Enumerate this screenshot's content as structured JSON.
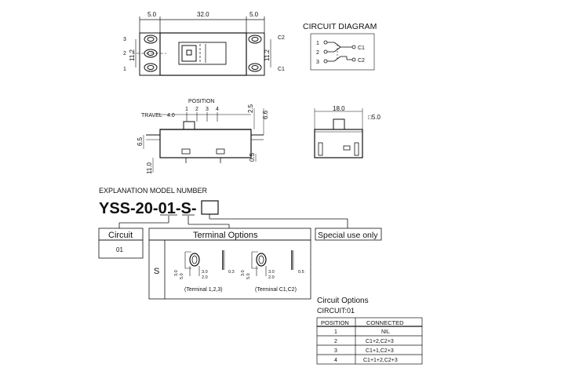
{
  "top_view": {
    "dim_left": "5.0",
    "dim_total": "32.0",
    "dim_right": "5.0",
    "dim_height_left": "11.2",
    "dim_height_right": "11.2",
    "pin_3": "3",
    "pin_2": "2",
    "pin_1": "1",
    "pin_c2": "C2",
    "pin_c1": "C1"
  },
  "circuit_diagram": {
    "title": "CIRCUIT DIAGRAM",
    "pin_1": "1",
    "pin_2": "2",
    "pin_3": "3",
    "pin_c1": "C1",
    "pin_c2": "C2"
  },
  "side_view": {
    "position_label": "POSITION",
    "positions": [
      "1",
      "2",
      "3",
      "4"
    ],
    "travel_label": "TRAVEL",
    "travel_value": "4.0",
    "dim_2_5": "2.5",
    "dim_6_6": "6.6",
    "dim_6_5": "6.5",
    "dim_0_5": "0.5",
    "dim_11_0": "11.0"
  },
  "end_view": {
    "dim_width": "18.0",
    "dim_knob": "□5.0"
  },
  "model": {
    "heading": "EXPLANATION MODEL NUMBER",
    "prefix": "YSS-20-",
    "circuit_code": "01",
    "dash": "-",
    "terminal_code": "S",
    "dash2": "-"
  },
  "circuit_box": {
    "title": "Circuit",
    "value": "01"
  },
  "terminal_box": {
    "title": "Terminal Options",
    "code": "S",
    "dim_3_0_a": "3.0",
    "dim_5_0_a": "5.0",
    "dim_3_0_b": "3.0",
    "dim_2_0_a": "2.0",
    "dim_0_3": "0.3",
    "caption_left": "(Terminal 1,2,3)",
    "dim_3_0_c": "3.0",
    "dim_5_0_b": "5.0",
    "dim_3_0_d": "3.0",
    "dim_2_0_b": "2.0",
    "dim_0_5": "0.5",
    "caption_right": "(Terminal C1,C2)"
  },
  "special_box": {
    "title": "Special use only"
  },
  "circuit_options": {
    "title": "Circuit Options",
    "subtitle": "CIRCUIT:01",
    "columns": [
      "POSITION",
      "CONNECTED"
    ],
    "rows": [
      [
        "1",
        "NIL"
      ],
      [
        "2",
        "C1+2,C2+3"
      ],
      [
        "3",
        "C1+1,C2+3"
      ],
      [
        "4",
        "C1+1+2,C2+3"
      ]
    ]
  }
}
